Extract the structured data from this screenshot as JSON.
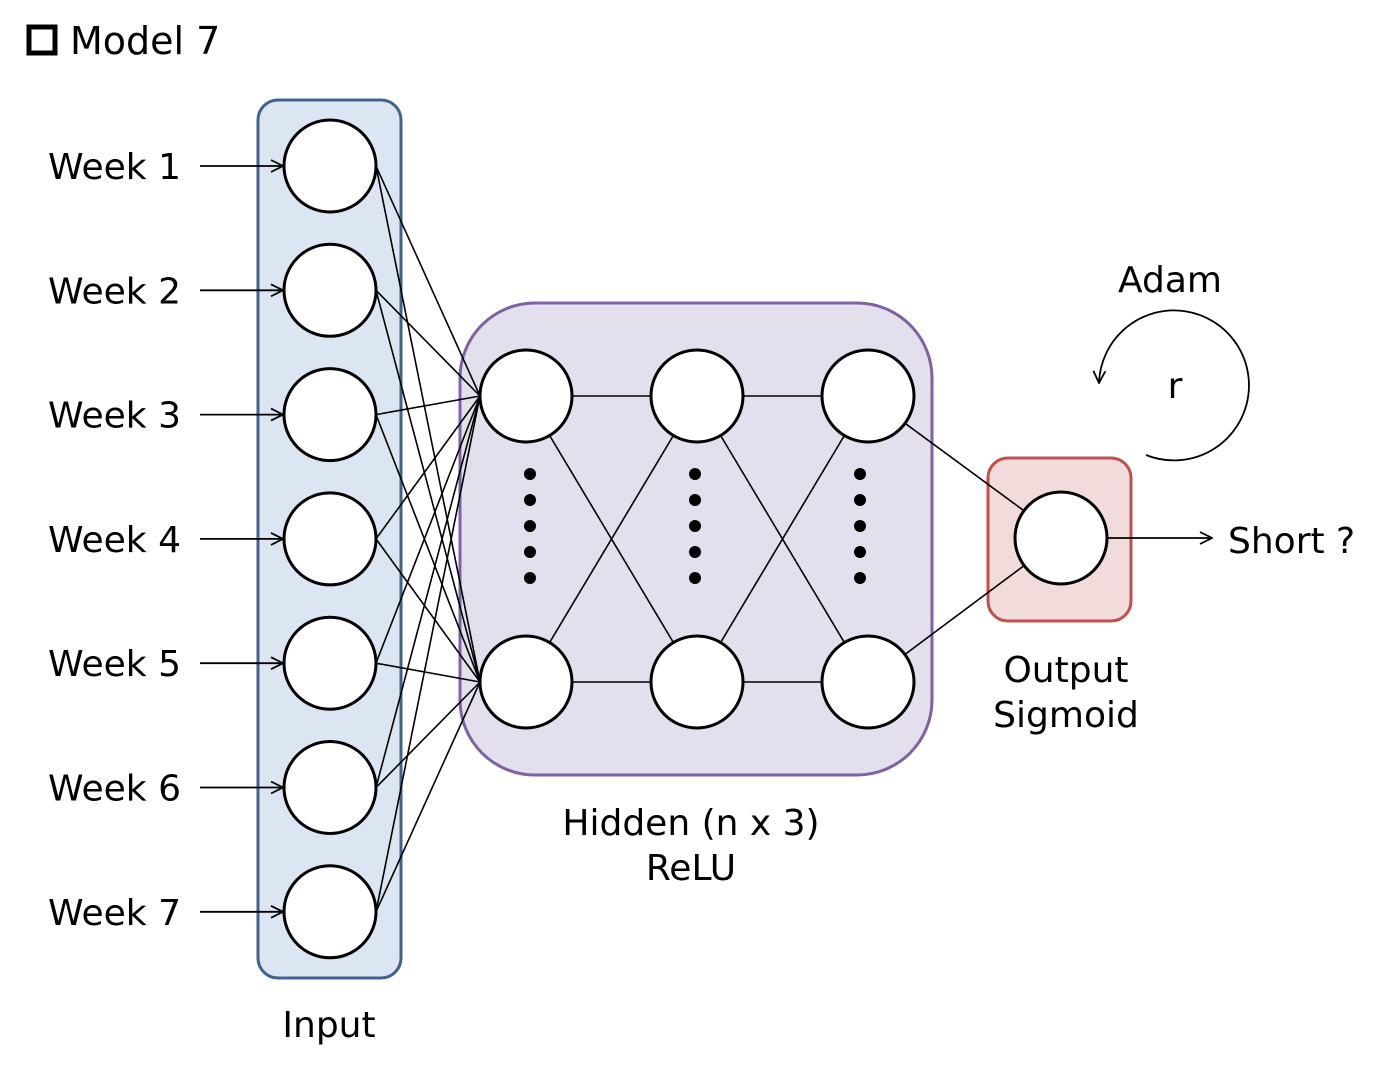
{
  "title": "Model 7",
  "input": {
    "group_label": "Input",
    "weeks": [
      "Week 1",
      "Week 2",
      "Week 3",
      "Week 4",
      "Week 5",
      "Week 6",
      "Week 7"
    ]
  },
  "hidden": {
    "label_line1": "Hidden (n x 3)",
    "label_line2": "ReLU",
    "layers": 3
  },
  "output": {
    "label_line1": "Output",
    "label_line2": "Sigmoid",
    "result": "Short ?"
  },
  "optimizer": {
    "name": "Adam",
    "symbol": "r"
  },
  "colors": {
    "input_fill": "#dce6f2",
    "input_stroke": "#41628f",
    "hidden_fill": "#e4dfec",
    "hidden_stroke": "#7e62a1",
    "output_fill": "#f2dcdb",
    "output_stroke": "#c0504d"
  }
}
